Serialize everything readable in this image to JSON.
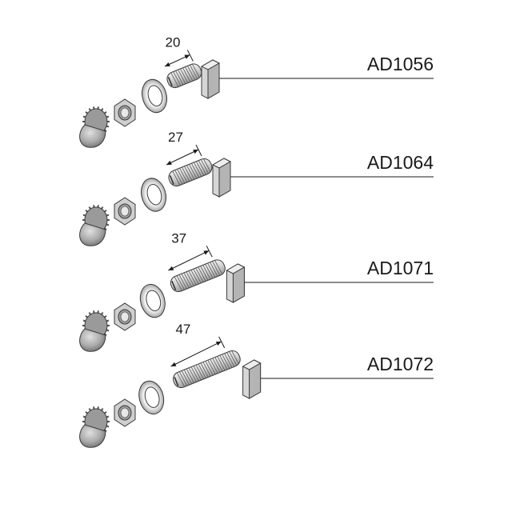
{
  "colors": {
    "line": "#1a1a1a",
    "metal_light": "#e4e4e4",
    "metal_mid": "#bdbdbd",
    "metal_dark": "#8c8c8c",
    "cap_dark": "#6e6e6e"
  },
  "assemblies": [
    {
      "code": "AD1056",
      "length": "20"
    },
    {
      "code": "AD1064",
      "length": "27"
    },
    {
      "code": "AD1071",
      "length": "37"
    },
    {
      "code": "AD1072",
      "length": "47"
    }
  ]
}
